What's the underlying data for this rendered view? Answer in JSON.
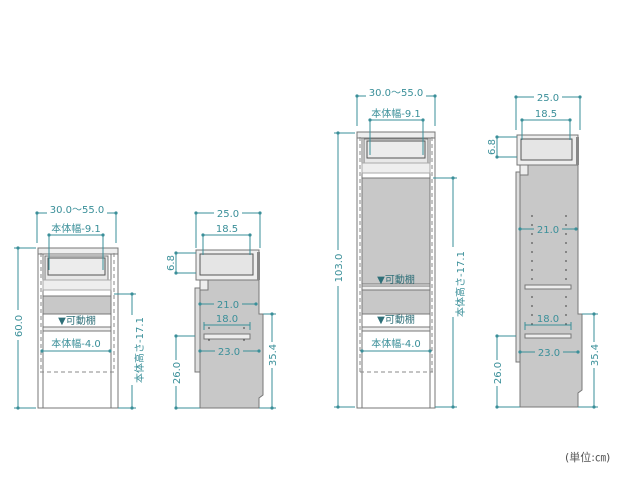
{
  "front_short": {
    "width_range": "30.0〜55.0",
    "drawer_width": "本体幅-9.1",
    "height": "60.0",
    "inner_height": "本体高さ-17.1",
    "shelf_label": "▼可動棚",
    "inner_width": "本体幅-4.0"
  },
  "side_short": {
    "depth": "25.0",
    "drawer_depth": "18.5",
    "drawer_height": "6.8",
    "inner_depth": "21.0",
    "shelf_depth": "18.0",
    "bottom_depth": "23.0",
    "rear_height": "35.4",
    "front_height": "26.0"
  },
  "front_tall": {
    "width_range": "30.0〜55.0",
    "drawer_width": "本体幅-9.1",
    "height": "103.0",
    "inner_height": "本体高さ-17.1",
    "shelf_label_1": "▼可動棚",
    "shelf_label_2": "▼可動棚",
    "inner_width": "本体幅-4.0"
  },
  "side_tall": {
    "depth": "25.0",
    "drawer_depth": "18.5",
    "drawer_height": "6.8",
    "inner_depth": "21.0",
    "shelf_depth": "18.0",
    "bottom_depth": "23.0",
    "rear_height": "35.4",
    "front_height": "26.0"
  },
  "unit_label": "(単位:㎝)",
  "colors": {
    "dimension": "#3a8f99",
    "panel": "#c8c8c8"
  }
}
